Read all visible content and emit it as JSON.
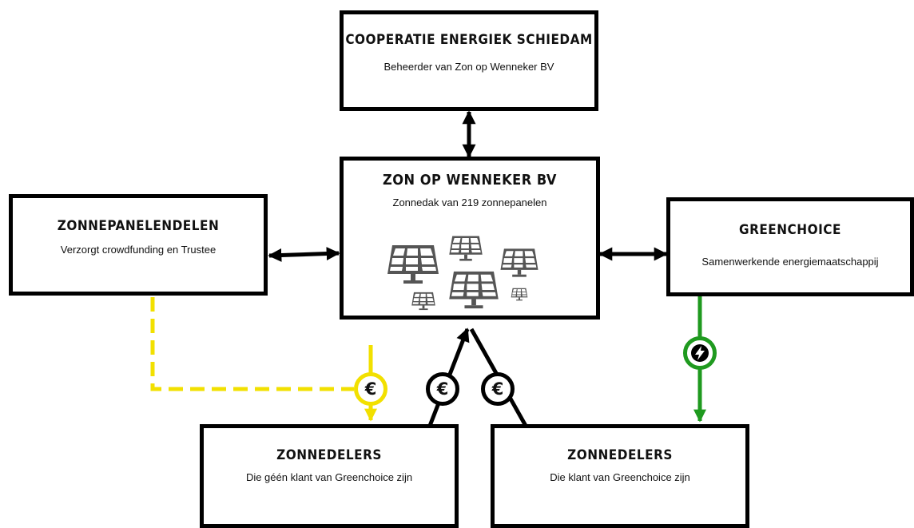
{
  "boxes": {
    "cooperatie": {
      "title": "COOPERATIE ENERGIEK SCHIEDAM",
      "subtitle": "Beheerder van Zon op Wenneker  BV"
    },
    "zon": {
      "title": "ZON OP WENNEKER BV",
      "subtitle": "Zonnedak van 219 zonnepanelen"
    },
    "zonnepanelendelen": {
      "title": "ZONNEPANELENDELEN",
      "subtitle": "Verzorgt crowdfunding en Trustee"
    },
    "greenchoice": {
      "title": "GREENCHOICE",
      "subtitle": "Samenwerkende energiemaatschappij"
    },
    "zonnedelers_left": {
      "title": "ZONNEDELERS",
      "subtitle": "Die géén klant van Greenchoice zijn"
    },
    "zonnedelers_right": {
      "title": "ZONNEDELERS",
      "subtitle": "Die klant van Greenchoice zijn"
    }
  },
  "badges": {
    "euro_symbol": "€",
    "energy_icon": "lightning-bolt-icon"
  },
  "colors": {
    "border": "#000000",
    "money_flow": "#f2e000",
    "energy_flow": "#1f9a1f",
    "panel": "#555555"
  }
}
